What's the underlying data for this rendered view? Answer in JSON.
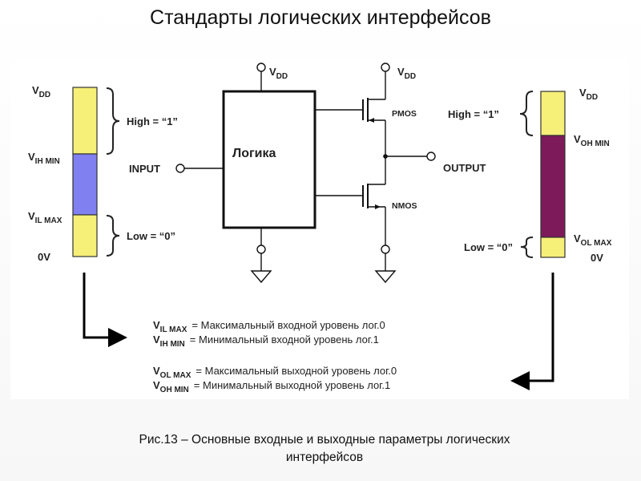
{
  "title": "Стандарты логических интерфейсов",
  "caption": {
    "line1": "Рис.13 – Основные входные и выходные параметры логических",
    "line2": "интерфейсов"
  },
  "colors": {
    "yellow": "#f6ef78",
    "blue": "#8080f0",
    "purple": "#7d1a5a"
  },
  "input_scale": {
    "vdd": {
      "main": "V",
      "sub": "DD"
    },
    "vih": {
      "main": "V",
      "sub": "IH MIN"
    },
    "vil": {
      "main": "V",
      "sub": "IL MAX"
    },
    "zero": "0V",
    "high": "High = “1”",
    "low": "Low = “0”"
  },
  "output_scale": {
    "vdd": {
      "main": "V",
      "sub": "DD"
    },
    "voh": {
      "main": "V",
      "sub": "OH MIN"
    },
    "vol": {
      "main": "V",
      "sub": "OL MAX"
    },
    "zero": "0V",
    "high": "High = “1”",
    "low": "Low = “0”"
  },
  "circuit": {
    "logic_label": "Логика",
    "input_label": "INPUT",
    "output_label": "OUTPUT",
    "pmos_label": "PMOS",
    "nmos_label": "NMOS",
    "vdd_logic": {
      "main": "V",
      "sub": "DD"
    },
    "vdd_pmos": {
      "main": "V",
      "sub": "DD"
    }
  },
  "legend": [
    {
      "main": "V",
      "sub": "IL MAX",
      "text": "=  Максимальный входной уровень лог.0"
    },
    {
      "main": "V",
      "sub": "IH MIN",
      "text": "=  Минимальный входной уровень лог.1"
    },
    {
      "main": "V",
      "sub": "OL MAX",
      "text": "=  Максимальный выходной уровень лог.0"
    },
    {
      "main": "V",
      "sub": "OH MIN",
      "text": "=  Минимальный выходной уровень лог.1"
    }
  ]
}
